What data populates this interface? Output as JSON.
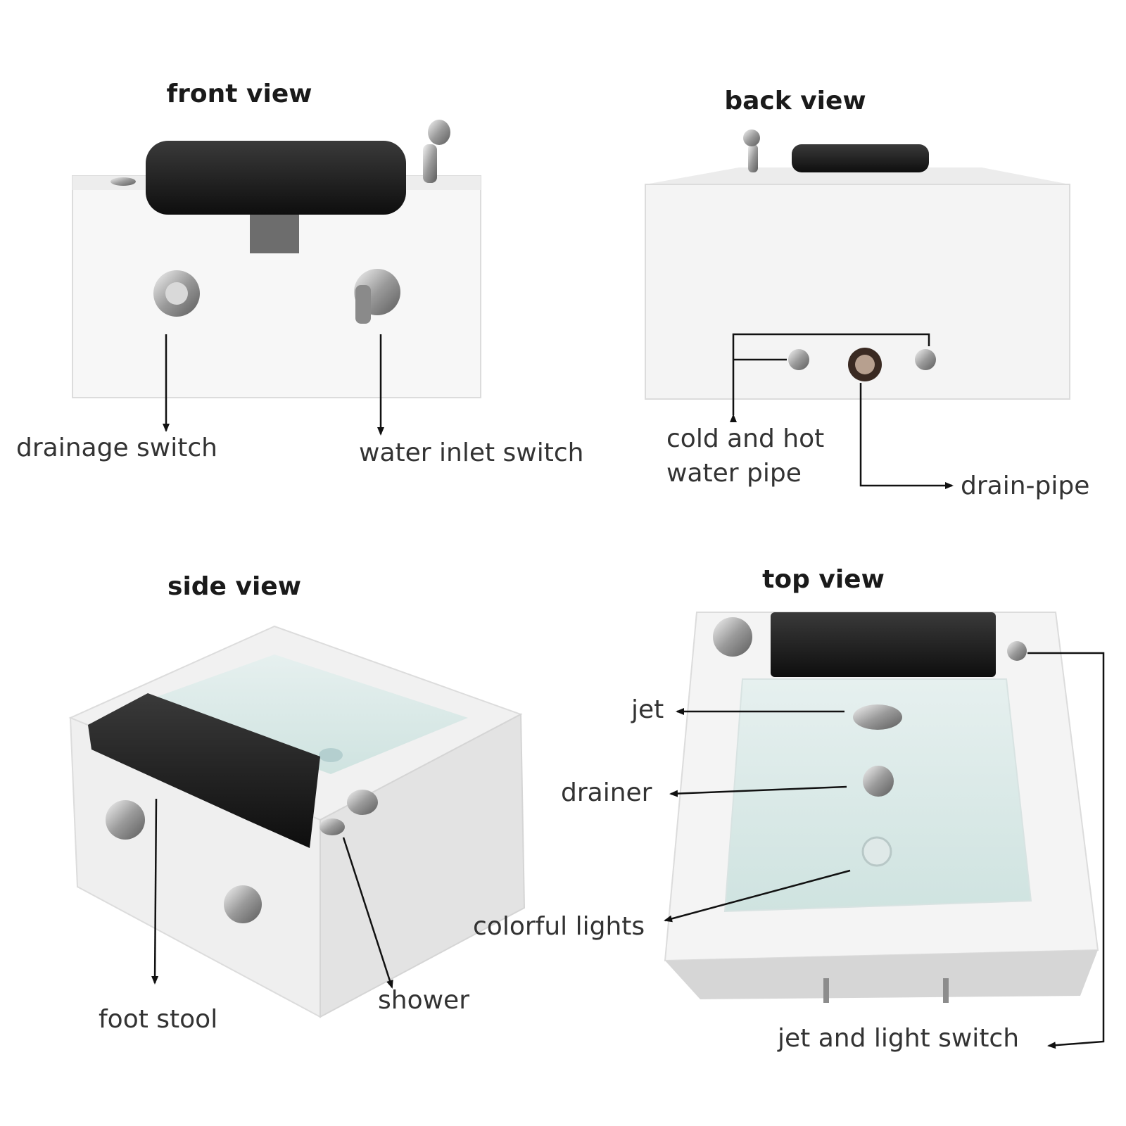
{
  "panels": {
    "front": {
      "title": "front view",
      "labels": {
        "drainage_switch": "drainage switch",
        "water_inlet_switch": "water inlet switch"
      }
    },
    "back": {
      "title": "back view",
      "labels": {
        "pipe_line1": "cold and hot",
        "pipe_line2": "water pipe",
        "drain_pipe": "drain-pipe"
      }
    },
    "side": {
      "title": "side view",
      "labels": {
        "foot_stool": "foot stool",
        "shower": "shower"
      }
    },
    "top": {
      "title": "top view",
      "labels": {
        "jet": "jet",
        "drainer": "drainer",
        "colorful_lights": "colorful lights",
        "switch": "jet and light switch"
      }
    }
  }
}
